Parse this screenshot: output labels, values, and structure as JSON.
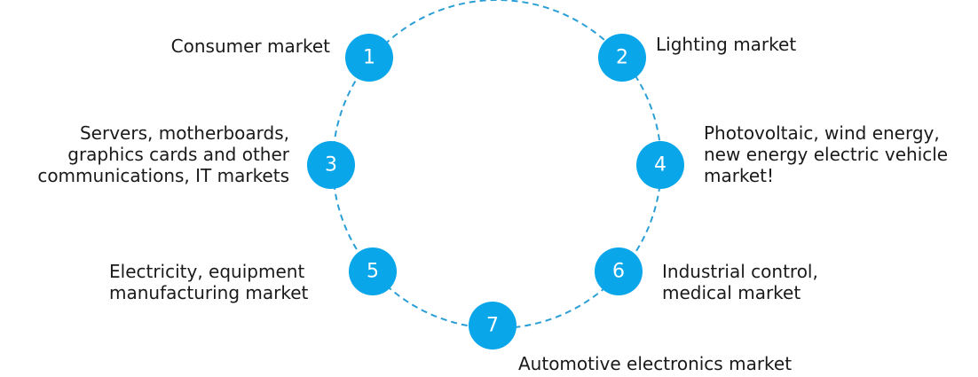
{
  "theme": {
    "accent": "#0aa6ea",
    "ring_stroke": "#2a9fd6",
    "text": "#1a1a1a"
  },
  "nodes": [
    {
      "number": "1",
      "label_lines": [
        "Consumer market"
      ]
    },
    {
      "number": "2",
      "label_lines": [
        "Lighting market"
      ]
    },
    {
      "number": "3",
      "label_lines": [
        "Servers, motherboards,",
        "graphics cards and other",
        "communications, IT markets"
      ]
    },
    {
      "number": "4",
      "label_lines": [
        "Photovoltaic, wind energy,",
        "new energy electric vehicle",
        "market!"
      ]
    },
    {
      "number": "5",
      "label_lines": [
        "Electricity, equipment",
        "manufacturing market"
      ]
    },
    {
      "number": "6",
      "label_lines": [
        "Industrial control,",
        "medical market"
      ]
    },
    {
      "number": "7",
      "label_lines": [
        "Automotive electronics market"
      ]
    }
  ]
}
